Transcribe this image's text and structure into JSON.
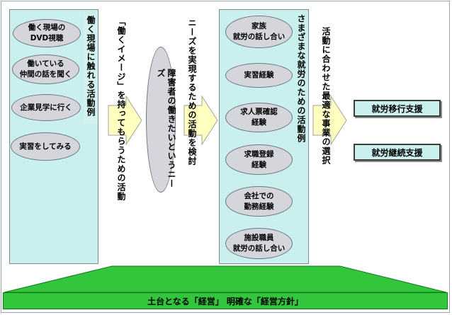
{
  "left_panel": {
    "items": [
      "働く現場の\nDVD視聴",
      "働いている\n仲間の話を聞く",
      "企業見学に行く",
      "実習をしてみる"
    ],
    "vertical_label": "働く現場に触れる活動例"
  },
  "arrow1_label": "「働くイメージ」を持ってもらうための活動",
  "center_oval": "障害者の働きたいというニーズ",
  "arrow2_label": "ニーズを実現するための活動を検討",
  "right_panel": {
    "items": [
      "家族\n就労の話し合い",
      "実習経験",
      "求人票確認\n経験",
      "求職登録\n経験",
      "会社での\n勤務経験",
      "施設職員\n就労の話し合い"
    ],
    "vertical_label": "さまざまな就労のための活動例"
  },
  "arrow3_label": "活動に合わせた最適な事業の選択",
  "results": [
    "就労移行支援",
    "就労継続支援"
  ],
  "base": {
    "label": "土台となる「経営」 明確な「経営方針」"
  },
  "colors": {
    "panel": "#c9f0ee",
    "oval": "#d4d6dc",
    "arrow_fill": "#ffffc0",
    "base": "#33c53c"
  }
}
